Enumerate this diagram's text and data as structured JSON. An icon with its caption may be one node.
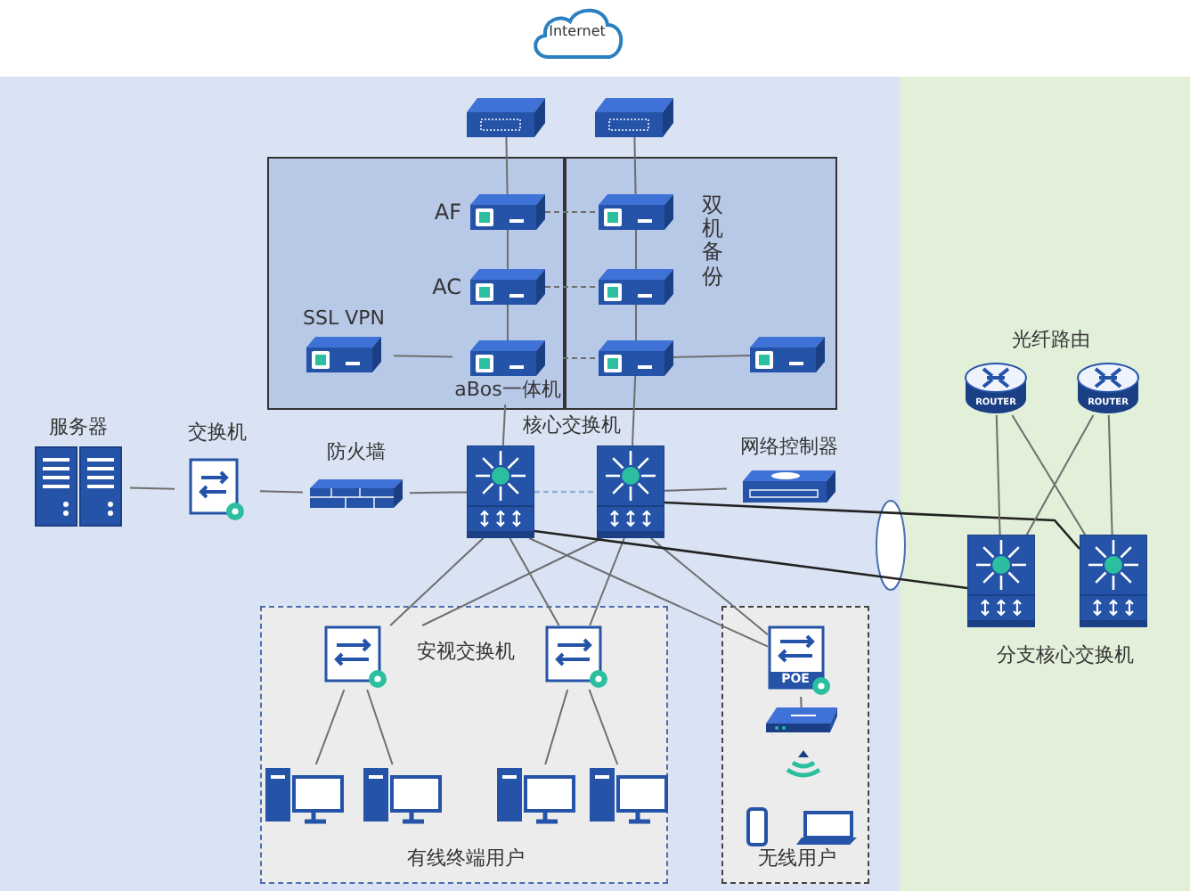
{
  "diagram": {
    "nodes": [
      {
        "text": [
          "Internet"
        ]
      },
      {
        "text": [],
        "shape": "box"
      },
      {
        "text": [
          "双机备份"
        ]
      },
      {
        "text": [],
        "shape": "picture"
      },
      {
        "text": [],
        "shape": "picture"
      },
      {
        "text": [
          "AF"
        ],
        "in": 1
      },
      {
        "text": [],
        "shape": "picture",
        "in": 2
      },
      {
        "text": [
          "AC"
        ],
        "in": 1
      },
      {
        "text": [],
        "shape": "picture",
        "in": 2
      },
      {
        "text": [
          "SSL VPN"
        ],
        "in": 1
      },
      {
        "text": [
          "aBos一体机"
        ],
        "in": 1
      },
      {
        "text": [],
        "shape": "picture",
        "in": 2
      },
      {
        "text": [],
        "shape": "picture",
        "in": 2
      },
      {
        "text": [
          "服务器"
        ]
      },
      {
        "text": [
          "交换机"
        ]
      },
      {
        "text": [
          "防火墙"
        ]
      },
      {
        "text": [],
        "shape": "picture"
      },
      {
        "text": [],
        "shape": "picture"
      },
      {
        "text": [
          "网络控制器"
        ]
      },
      {
        "text": [
          "有线终端用户"
        ]
      },
      {
        "text": [
          "无线用户"
        ]
      },
      {
        "text": [
          "安视交换机"
        ],
        "in": 19
      },
      {
        "text": [],
        "shape": "picture",
        "in": 19
      },
      {
        "text": [],
        "shape": "picture",
        "in": 19
      },
      {
        "text": [],
        "shape": "picture",
        "in": 19
      },
      {
        "text": [],
        "shape": "picture",
        "in": 19
      },
      {
        "text": [],
        "shape": "picture",
        "in": 19
      },
      {
        "text": [
          "POE"
        ],
        "in": 20
      },
      {
        "text": [],
        "shape": "picture",
        "in": 20
      },
      {
        "text": [
          "ROUTER"
        ]
      },
      {
        "text": [
          "ROUTER"
        ]
      },
      {
        "text": [],
        "shape": "picture"
      },
      {
        "text": [],
        "shape": "picture"
      }
    ],
    "edges": [
      {
        "from": 3,
        "to": 5,
        "arrow": "none"
      },
      {
        "from": 5,
        "to": 7,
        "arrow": "none"
      },
      {
        "from": 7,
        "to": 10,
        "arrow": "none"
      },
      {
        "from": 4,
        "to": 6,
        "arrow": "none"
      },
      {
        "from": 6,
        "to": 8,
        "arrow": "none"
      },
      {
        "from": 8,
        "to": 11,
        "arrow": "none"
      },
      {
        "from": 5,
        "to": 6,
        "arrow": "none",
        "style": "dashed"
      },
      {
        "from": 7,
        "to": 8,
        "arrow": "none",
        "style": "dashed"
      },
      {
        "from": 10,
        "to": 11,
        "arrow": "none",
        "style": "dashed"
      },
      {
        "from": 9,
        "to": 10,
        "arrow": "none"
      },
      {
        "from": 11,
        "to": 12,
        "arrow": "none"
      },
      {
        "from": 10,
        "to": 16,
        "arrow": "none"
      },
      {
        "from": 11,
        "to": 17,
        "arrow": "none"
      },
      {
        "from": 13,
        "to": 14,
        "arrow": "none"
      },
      {
        "from": 14,
        "to": 15,
        "arrow": "none"
      },
      {
        "from": 15,
        "to": 16,
        "arrow": "none"
      },
      {
        "from": 16,
        "to": 17,
        "arrow": "none",
        "style": "dashed",
        "color": "#8fb0e0"
      },
      {
        "from": 17,
        "to": 18,
        "arrow": "none"
      },
      {
        "from": 16,
        "to": 21,
        "arrow": "none"
      },
      {
        "from": 16,
        "to": 22,
        "arrow": "none"
      },
      {
        "from": 16,
        "to": 27,
        "arrow": "none"
      },
      {
        "from": 17,
        "to": 21,
        "arrow": "none"
      },
      {
        "from": 17,
        "to": 22,
        "arrow": "none"
      },
      {
        "from": 17,
        "to": 27,
        "arrow": "none"
      },
      {
        "from": 21,
        "to": 23,
        "arrow": "none"
      },
      {
        "from": 21,
        "to": 24,
        "arrow": "none"
      },
      {
        "from": 22,
        "to": 25,
        "arrow": "none"
      },
      {
        "from": 22,
        "to": 26,
        "arrow": "none"
      },
      {
        "from": 27,
        "to": 28,
        "arrow": "none"
      },
      {
        "from": 16,
        "to": 31,
        "arrow": "none",
        "color": "#222222"
      },
      {
        "from": 17,
        "to": 32,
        "arrow": "none",
        "color": "#222222"
      },
      {
        "from": 29,
        "to": 31,
        "arrow": "none"
      },
      {
        "from": 29,
        "to": 32,
        "arrow": "none"
      },
      {
        "from": 30,
        "to": 31,
        "arrow": "none"
      },
      {
        "from": 30,
        "to": 32,
        "arrow": "none"
      }
    ],
    "labels": [
      "核心交换机",
      "光纤路由",
      "分支核心交换机"
    ]
  }
}
